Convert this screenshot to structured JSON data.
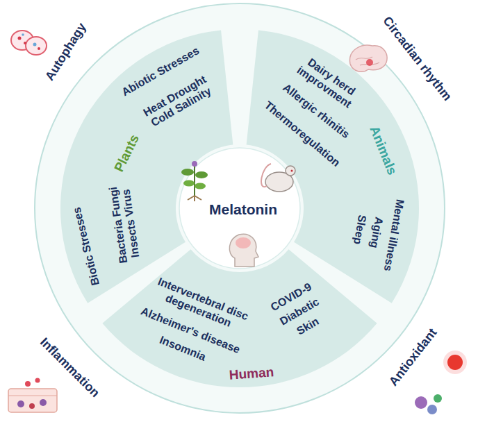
{
  "diagram": {
    "nodes": [
      {
        "text": [
          "Plants",
          "Abiotic Stresses",
          "Heat Drought Cold Salinity",
          "Biotic Stresses",
          "Bacteria Fungi Insects Virus"
        ]
      },
      {
        "text": [
          "Animals",
          "Dairy herd improvment",
          "Allergic rhinitis",
          "Thermoregulation",
          "Mental illness",
          "Aging",
          "Sleep"
        ]
      },
      {
        "text": [
          "Human",
          "Intervertebral disc degeneration",
          "Alzheimer's disease",
          "Insomnia",
          "COVID-9",
          "Diabetic",
          "Skin"
        ]
      },
      {
        "text": [
          "Melatonin"
        ]
      }
    ],
    "labels": [
      "Autophagy",
      "Circadian rhythm",
      "Inflammation",
      "Antioxidant"
    ]
  }
}
